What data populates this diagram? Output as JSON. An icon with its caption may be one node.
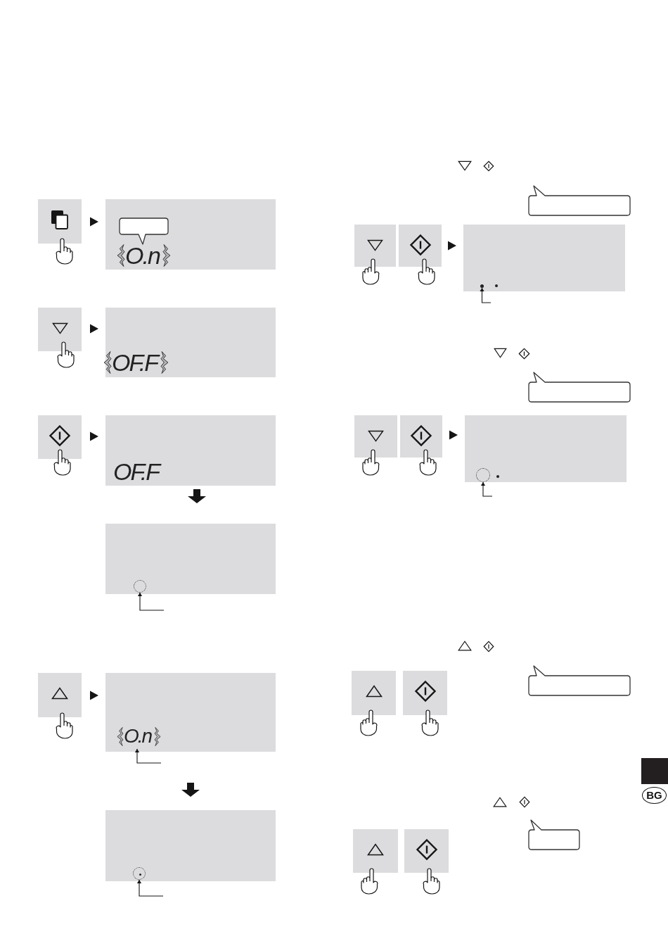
{
  "diagram": {
    "nodes": [
      {
        "text": [],
        "shape": "box"
      },
      {
        "text": [
          "O.n"
        ]
      },
      {
        "text": [],
        "shape": "bubble",
        "in": 1
      },
      {
        "text": [],
        "shape": "box"
      },
      {
        "text": [
          "OF.F"
        ]
      },
      {
        "text": [],
        "shape": "box"
      },
      {
        "text": [
          "OF.F"
        ]
      },
      {
        "text": [],
        "shape": "box"
      },
      {
        "text": [],
        "shape": "circle",
        "in": 7
      },
      {
        "text": [],
        "shape": "box"
      },
      {
        "text": [
          "O.n"
        ]
      },
      {
        "text": [],
        "shape": "box"
      },
      {
        "text": [],
        "shape": "circle",
        "in": 11
      },
      {
        "text": [],
        "shape": "bubble"
      },
      {
        "text": [],
        "shape": "box"
      },
      {
        "text": [],
        "shape": "box"
      },
      {
        "text": [],
        "shape": "box"
      },
      {
        "text": [],
        "shape": "dot",
        "in": 16
      },
      {
        "text": [],
        "shape": "bubble"
      },
      {
        "text": [],
        "shape": "box"
      },
      {
        "text": [],
        "shape": "box"
      },
      {
        "text": [],
        "shape": "box"
      },
      {
        "text": [],
        "shape": "circle",
        "in": 21
      },
      {
        "text": [],
        "shape": "bubble"
      },
      {
        "text": [],
        "shape": "box"
      },
      {
        "text": [],
        "shape": "box"
      },
      {
        "text": [],
        "shape": "bubble"
      },
      {
        "text": [],
        "shape": "box"
      },
      {
        "text": [],
        "shape": "box"
      }
    ],
    "edges": [
      {
        "from": 0,
        "to": 1,
        "arrow": "to"
      },
      {
        "from": 3,
        "to": 4,
        "arrow": "to"
      },
      {
        "from": 5,
        "to": 6,
        "arrow": "to"
      },
      {
        "from": 6,
        "to": 7,
        "arrow": "to",
        "style": "thick"
      },
      {
        "from": null,
        "to": 8,
        "arrow": "to"
      },
      {
        "from": 9,
        "to": 10,
        "arrow": "to"
      },
      {
        "from": null,
        "to": 10,
        "arrow": "to"
      },
      {
        "from": 10,
        "to": 11,
        "arrow": "to",
        "style": "thick"
      },
      {
        "from": null,
        "to": 12,
        "arrow": "to"
      },
      {
        "from": 15,
        "to": 16,
        "arrow": "to"
      },
      {
        "from": null,
        "to": 17,
        "arrow": "to"
      },
      {
        "from": 20,
        "to": 21,
        "arrow": "to"
      },
      {
        "from": null,
        "to": 22,
        "arrow": "to"
      }
    ],
    "labels": [
      "BG"
    ]
  }
}
